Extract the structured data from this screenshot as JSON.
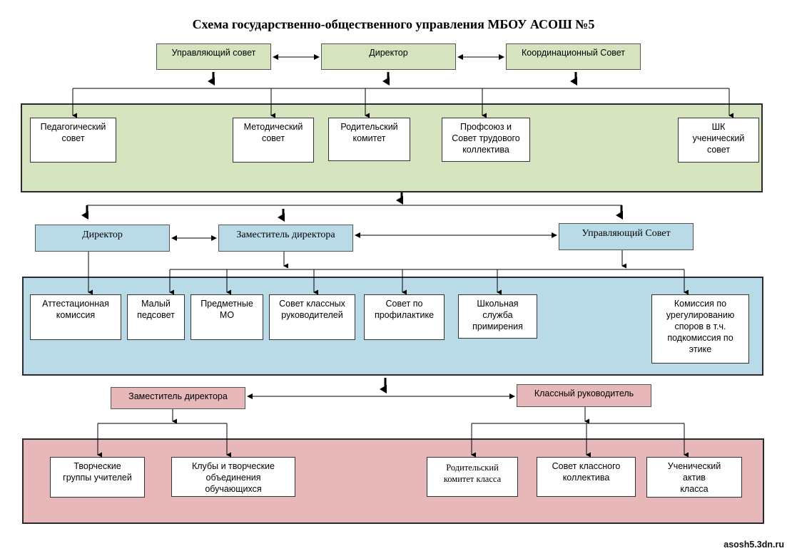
{
  "title": "Схема государственно-общественного управления МБОУ АСОШ №5",
  "top": {
    "management_council": "Управляющий совет",
    "director": "Директор",
    "coordination_council": "Координационный   Совет"
  },
  "level1": {
    "pedagogical_council": "Педагогический\nсовет",
    "methodical_council": "Методический\nсовет",
    "parent_committee": "Родительский\nкомитет",
    "trade_union": "Профсоюз и\nСовет трудового\nколлектива",
    "student_council": "ШК\nученический\nсовет"
  },
  "mid": {
    "director": "Директор",
    "deputy_director": "Заместитель директора",
    "management_council": "Управляющий  Совет"
  },
  "level2": {
    "attestation": "Аттестационная\nкомиссия",
    "small_council": "Малый\nпедсовет",
    "subject_mo": "Предметные\nМО",
    "class_teachers_council": "Совет классных\nруководителей",
    "prevention_council": "Совет по\nпрофилактике",
    "school_mediation": "Школьная\nслужба\nпримирения",
    "dispute_commission": "Комиссия по\nурегулированию\nспоров в т.ч.\nподкомиссия по\nэтике"
  },
  "lower": {
    "deputy_director": "Заместитель директора",
    "class_teacher": "Классный руководитель"
  },
  "level3": {
    "creative_groups": "Творческие\nгруппы учителей",
    "clubs": "Клубы и творческие\nобъединения\nобучающихся",
    "class_parent_committee": "Родительский\nкомитет класса",
    "class_collective_council": "Совет классного\nколлектива",
    "student_asset": "Ученический\nактив\nкласса"
  },
  "watermark": "asosh5.3dn.ru",
  "colors": {
    "green": "#d5e3bf",
    "blue": "#b9dbe7",
    "pink": "#e6b8ba",
    "line": "#000000"
  }
}
